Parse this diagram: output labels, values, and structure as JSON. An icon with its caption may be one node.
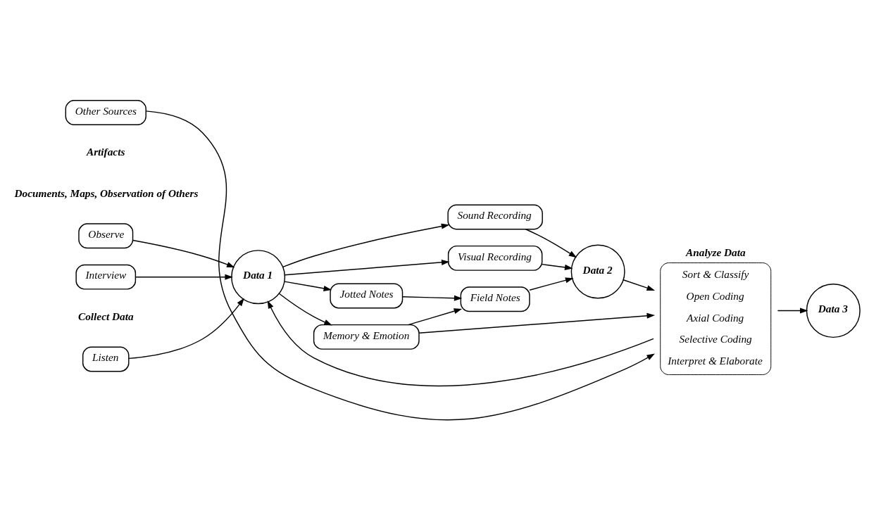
{
  "diagram": {
    "nodes": [
      {
        "text": [
          "Listen"
        ]
      },
      {
        "text": [
          "Observe"
        ]
      },
      {
        "text": [
          "Interview"
        ]
      },
      {
        "text": [
          "Data 1"
        ]
      },
      {
        "text": [
          "Sound Recording"
        ]
      },
      {
        "text": [
          "Visual Recording"
        ]
      },
      {
        "text": [
          "Jotted Notes"
        ]
      },
      {
        "text": [
          "Memory & Emotion"
        ]
      },
      {
        "text": [
          "Field Notes"
        ]
      },
      {
        "text": [
          "Data 2"
        ]
      },
      {
        "text": [
          "Analyze Data",
          "Sort & Classify",
          "Open Coding",
          "Axial Coding",
          "Selective Coding",
          "Interpret & Elaborate"
        ]
      },
      {
        "text": [
          "Other Sources"
        ]
      },
      {
        "text": [
          "Data 3"
        ]
      }
    ],
    "edges": [
      {
        "from": 0,
        "to": 3,
        "arrow": "to"
      },
      {
        "from": 1,
        "to": 3,
        "arrow": "to"
      },
      {
        "from": 2,
        "to": 3,
        "arrow": "to"
      },
      {
        "from": 3,
        "to": 4,
        "arrow": "to"
      },
      {
        "from": 3,
        "to": 5,
        "arrow": "to"
      },
      {
        "from": 3,
        "to": 6,
        "arrow": "to"
      },
      {
        "from": 3,
        "to": 7,
        "arrow": "to"
      },
      {
        "from": 4,
        "to": 9,
        "arrow": "to"
      },
      {
        "from": 5,
        "to": 9,
        "arrow": "to"
      },
      {
        "from": 6,
        "to": 8,
        "arrow": "to"
      },
      {
        "from": 7,
        "to": 8,
        "arrow": "to"
      },
      {
        "from": 8,
        "to": 9,
        "arrow": "to"
      },
      {
        "from": 9,
        "to": 10,
        "arrow": "to"
      },
      {
        "from": 10,
        "to": 3,
        "arrow": "to"
      },
      {
        "from": 7,
        "to": 10,
        "arrow": "to"
      },
      {
        "from": 11,
        "to": 10,
        "arrow": "to"
      },
      {
        "from": 10,
        "to": 12,
        "arrow": "to"
      }
    ],
    "labels": [
      "Collect Data",
      "Artifacts",
      "Documents, Maps, Observation of Others"
    ]
  }
}
